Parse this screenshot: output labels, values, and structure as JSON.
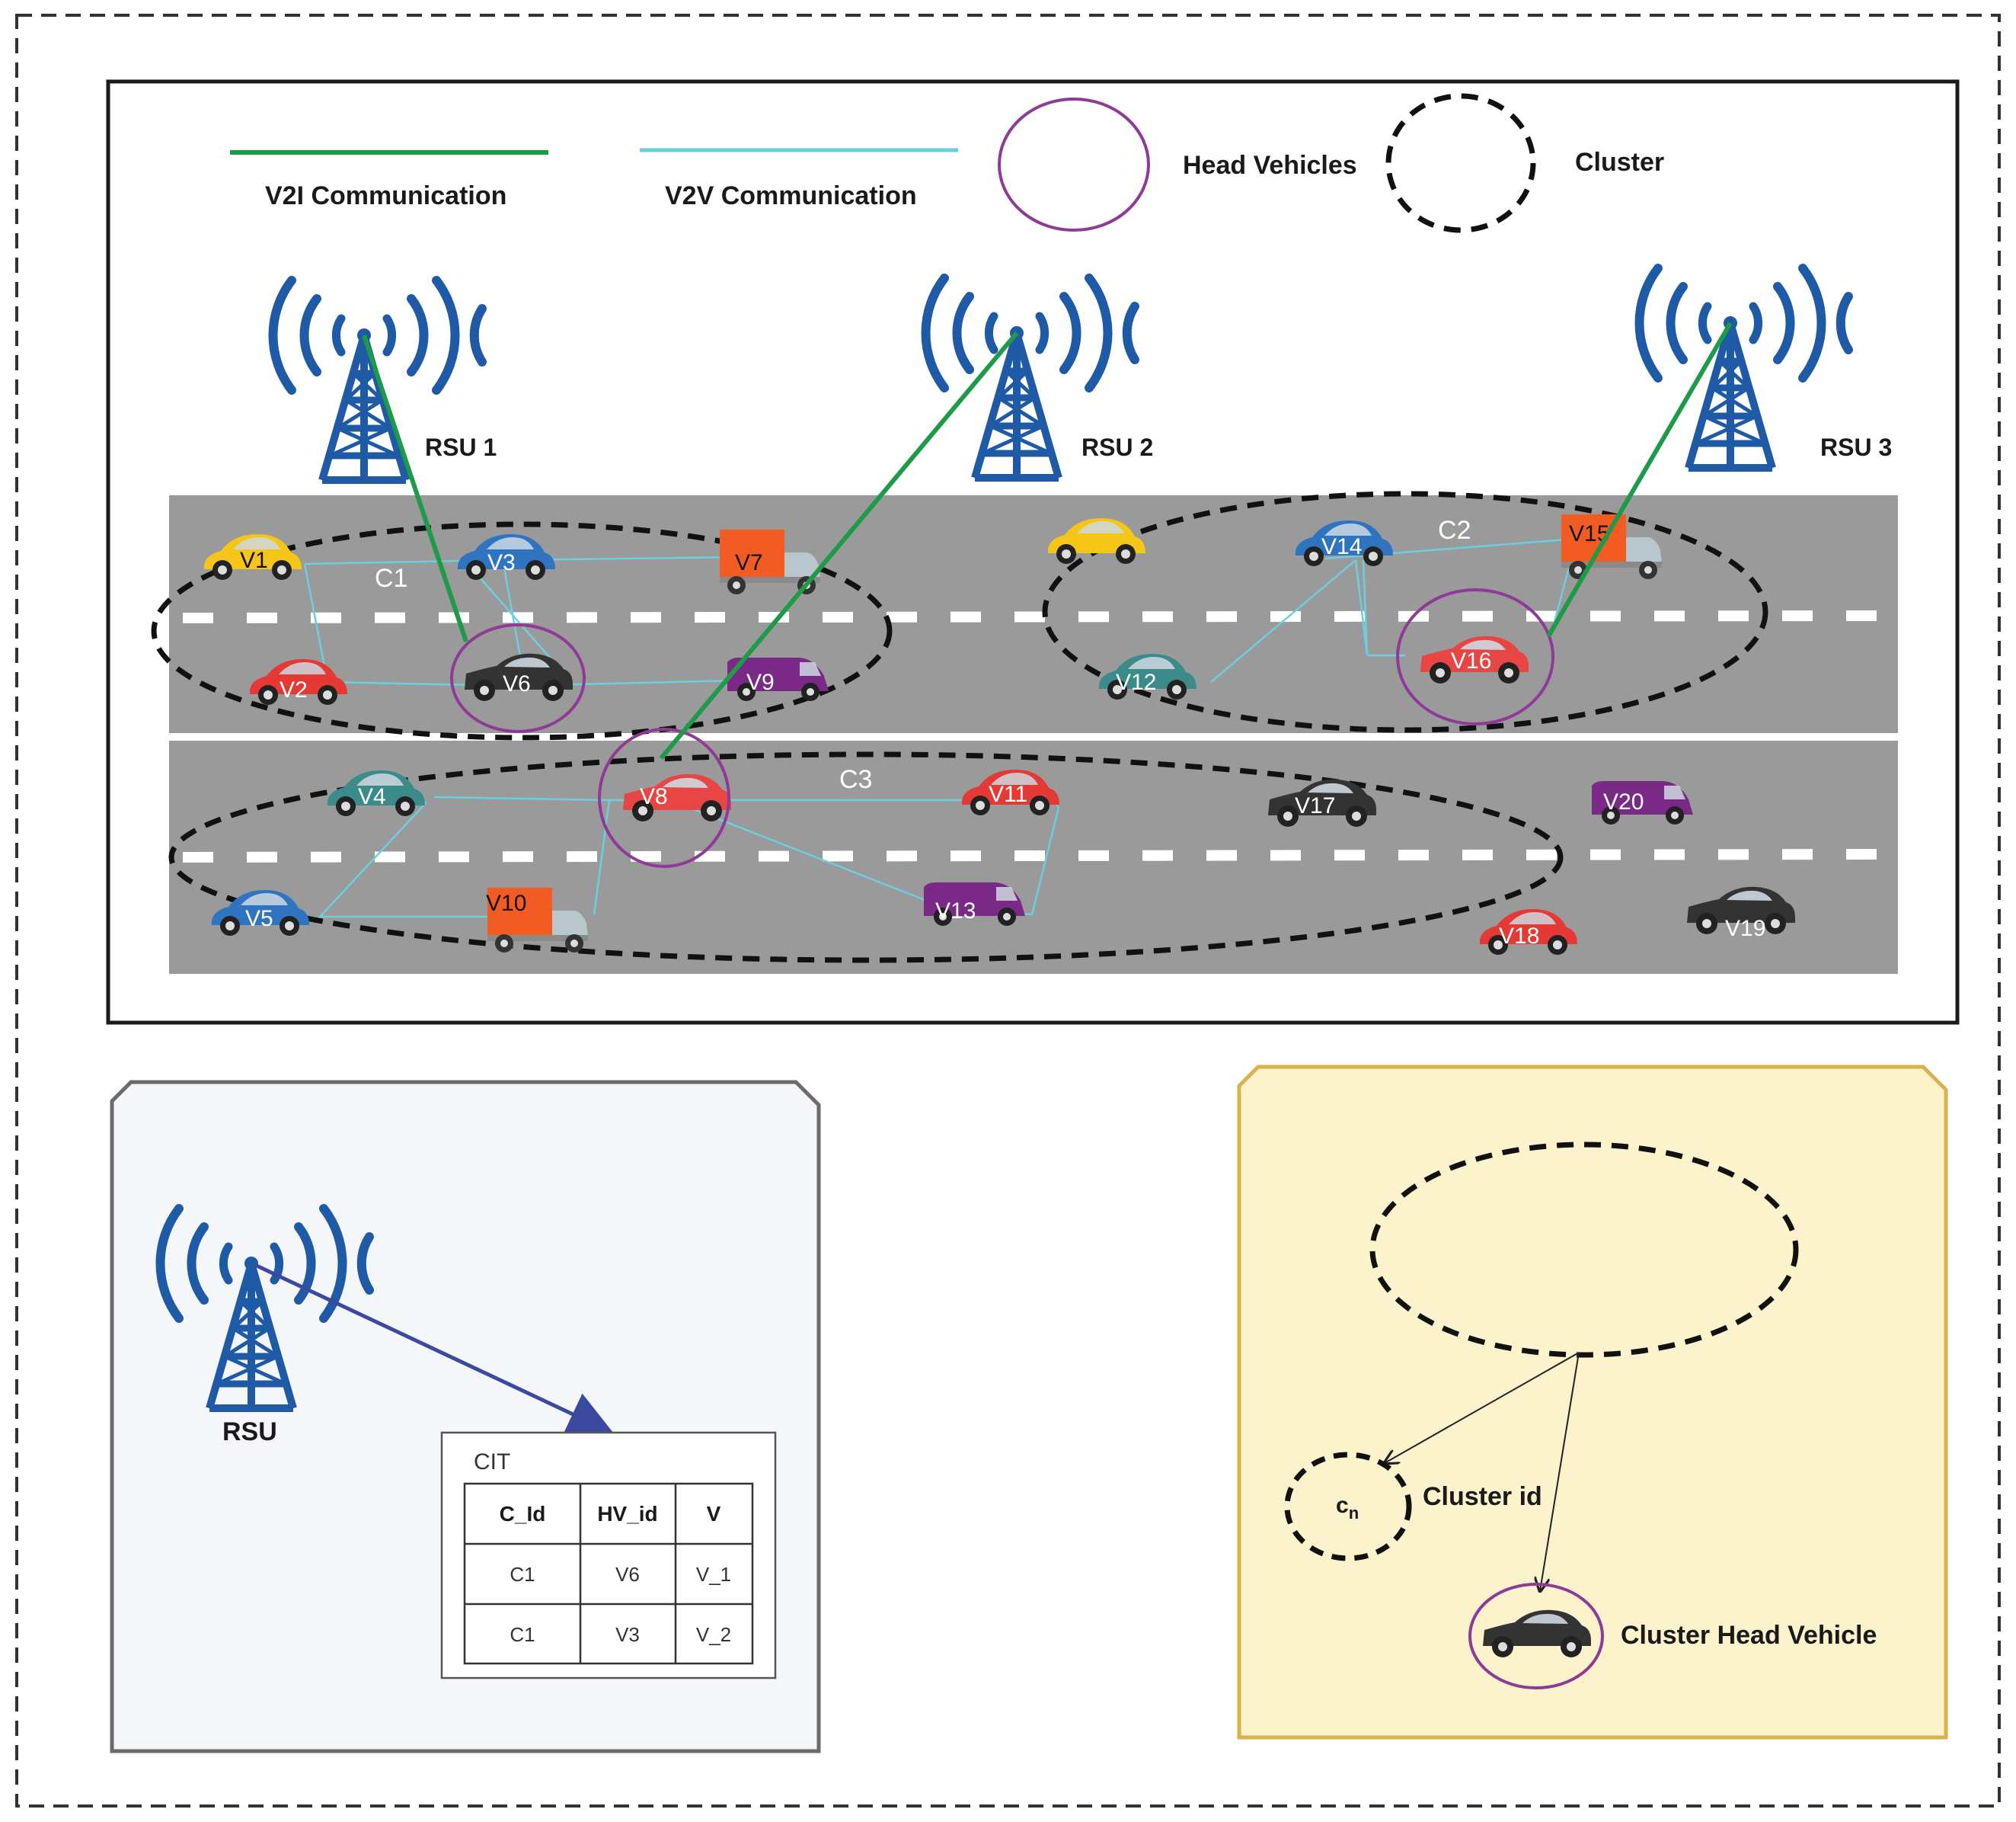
{
  "legend": {
    "v2i": "V2I Communication",
    "v2v": "V2V Communication",
    "head": "Head Vehicles",
    "cluster": "Cluster"
  },
  "rsus": [
    "RSU 1",
    "RSU 2",
    "RSU 3"
  ],
  "clusters": [
    "C1",
    "C2",
    "C3"
  ],
  "vehicles": {
    "v1": "V1",
    "v2": "V2",
    "v3": "V3",
    "v4": "V4",
    "v5": "V5",
    "v6": "V6",
    "v7": "V7",
    "v8": "V8",
    "v9": "V9",
    "v10": "V10",
    "v11": "V11",
    "v12": "V12",
    "v13": "V13",
    "v14": "V14",
    "v15": "V15",
    "v16": "V16",
    "v17": "V17",
    "v18": "V18",
    "v19": "V19",
    "v20": "V20"
  },
  "rsu_panel": {
    "rsu_label": "RSU",
    "table_title": "CIT",
    "headers": [
      "C_Id",
      "HV_id",
      "V"
    ],
    "rows": [
      [
        "C1",
        "V6",
        "V_1"
      ],
      [
        "C1",
        "V3",
        "V_2"
      ]
    ]
  },
  "cluster_panel": {
    "cn_main": "c",
    "cn_sub": "n",
    "cluster_id": "Cluster id",
    "cluster_head": "Cluster Head Vehicle"
  },
  "colors": {
    "v2i": "#1e9b48",
    "v2v": "#6ccfe0",
    "head": "#8e3a96",
    "tower": "#1f5aa6",
    "road": "#9a9a9a",
    "rsu_panel_bg": "#f4f6f9",
    "cluster_panel_bg": "#fcf2cc",
    "cluster_panel_border": "#d9b24a"
  }
}
